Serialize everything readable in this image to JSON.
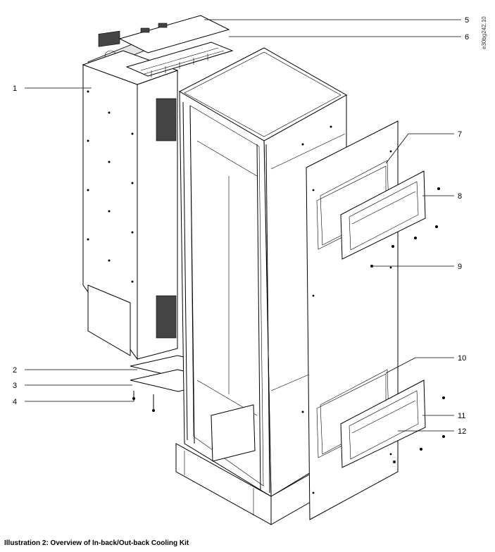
{
  "document_id": "e30bg242.10",
  "caption": "Illustration 2: Overview of In-back/Out-back Cooling Kit",
  "callouts": [
    {
      "label": "1"
    },
    {
      "label": "2"
    },
    {
      "label": "3"
    },
    {
      "label": "4"
    },
    {
      "label": "5"
    },
    {
      "label": "6"
    },
    {
      "label": "7"
    },
    {
      "label": "8"
    },
    {
      "label": "9"
    },
    {
      "label": "10"
    },
    {
      "label": "11"
    },
    {
      "label": "12"
    }
  ],
  "colors": {
    "line": "#000000",
    "background": "#ffffff",
    "shade": "#e6e6e6"
  }
}
